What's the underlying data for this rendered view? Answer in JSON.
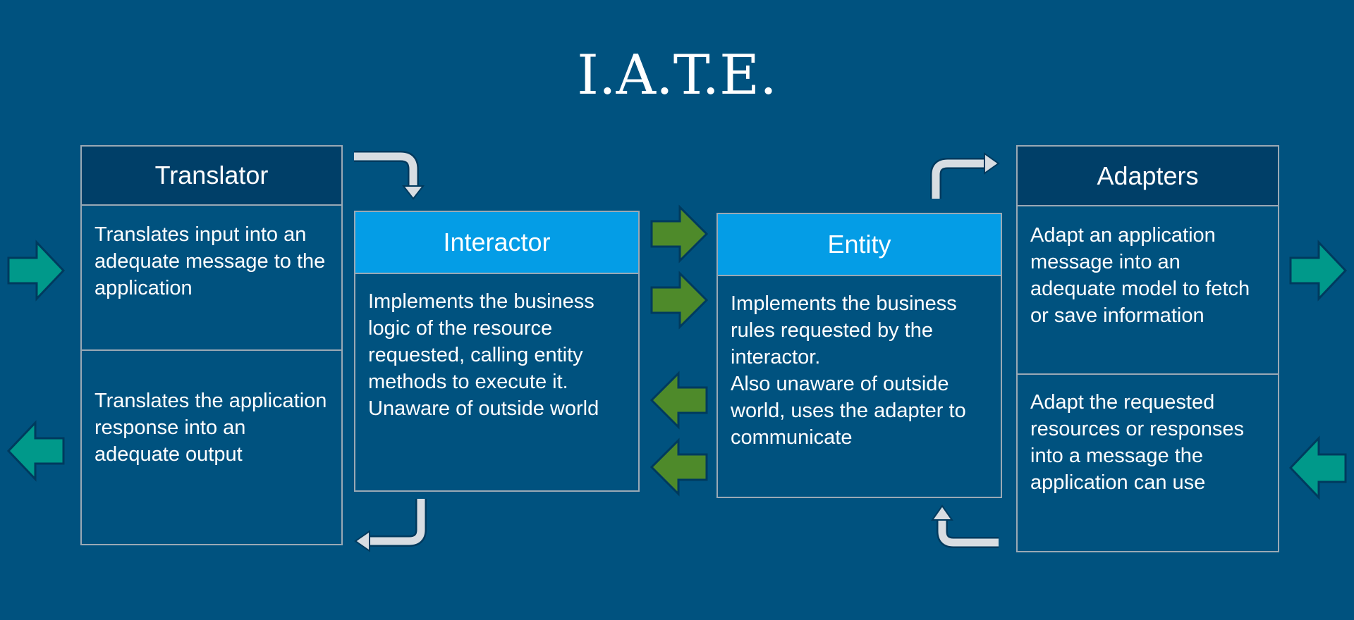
{
  "title": "I.A.T.E.",
  "translator": {
    "heading": "Translator",
    "input_text": "Translates input into an adequate message to the application",
    "output_text": "Translates the application response into an adequate output"
  },
  "interactor": {
    "heading": "Interactor",
    "text": "Implements the business logic of the resource requested, calling entity methods to execute it.",
    "text2": "Unaware of outside world"
  },
  "entity": {
    "heading": "Entity",
    "text": "Implements the business rules requested by the interactor.",
    "text2": "Also unaware of outside world, uses the adapter to communicate"
  },
  "adapters": {
    "heading": "Adapters",
    "outbound_text": "Adapt an application message into an adequate model to fetch or save information",
    "inbound_text": "Adapt the requested resources or responses into a message the application can use"
  },
  "colors": {
    "background": "#00527f",
    "dark_header": "#003f68",
    "light_header": "#049de6",
    "teal_arrow": "#00998a",
    "green_arrow": "#4e8a2a",
    "curved_arrow": "#d8dde2"
  }
}
